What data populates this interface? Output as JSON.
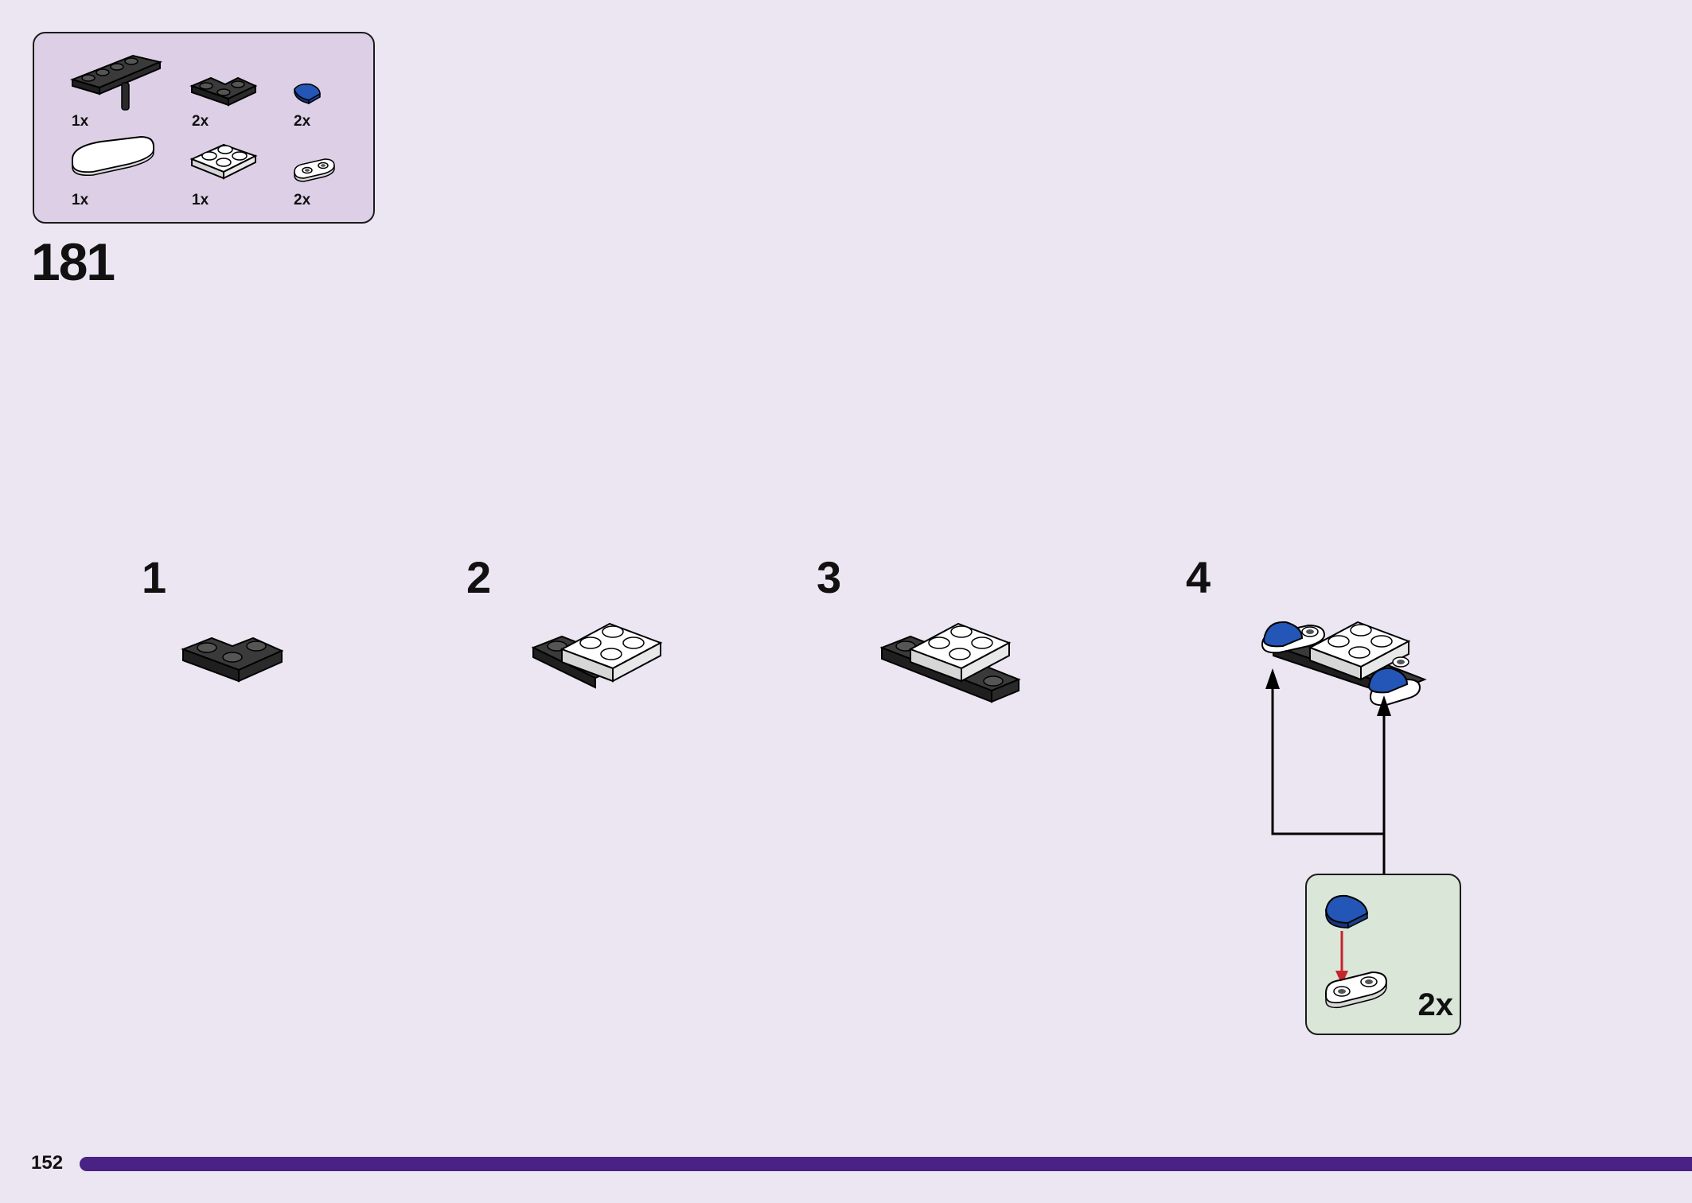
{
  "page": {
    "page_number": "152",
    "accent_color": "#4a2185",
    "background_color": "#ece6f2"
  },
  "parts_list": {
    "background_color": "#ddd0e6",
    "items": [
      {
        "qty": "1x",
        "icon": "black-plate-with-bar-icon",
        "color": "#2b2b2b"
      },
      {
        "qty": "2x",
        "icon": "black-corner-plate-icon",
        "color": "#2b2b2b"
      },
      {
        "qty": "2x",
        "icon": "blue-tile-round-icon",
        "color": "#2456b8"
      },
      {
        "qty": "1x",
        "icon": "white-rounded-tile-icon",
        "color": "#f7f7f7"
      },
      {
        "qty": "1x",
        "icon": "white-plate-2x2-icon",
        "color": "#f7f7f7"
      },
      {
        "qty": "2x",
        "icon": "white-round-plate-1x2-icon",
        "color": "#f7f7f7"
      }
    ]
  },
  "step": {
    "number": "181",
    "sub_steps": [
      {
        "label": "1"
      },
      {
        "label": "2"
      },
      {
        "label": "3"
      },
      {
        "label": "4"
      }
    ]
  },
  "callout": {
    "qty": "2x",
    "background_color": "#d9e6d8",
    "arrow_color": "#c8242c"
  }
}
